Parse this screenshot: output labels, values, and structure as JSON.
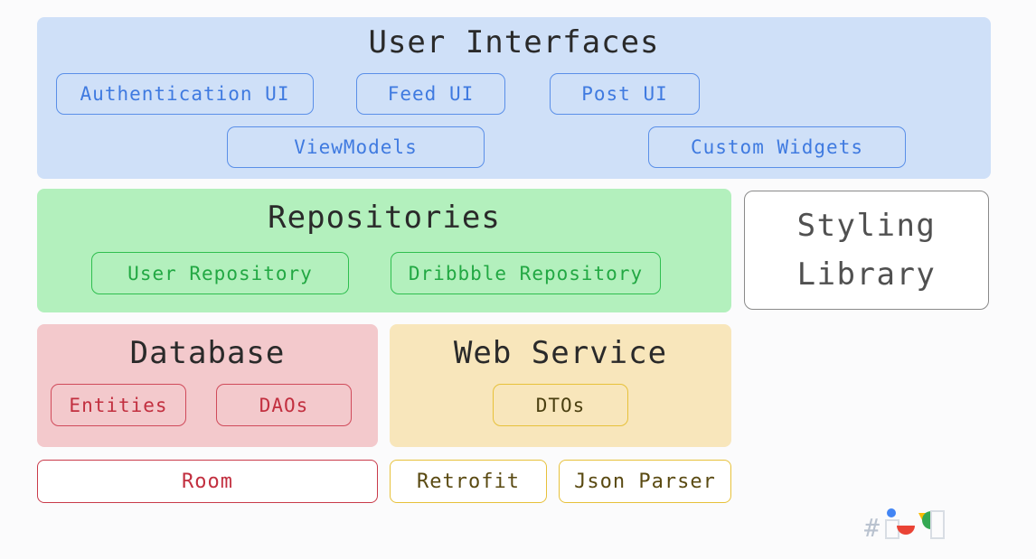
{
  "user_interfaces": {
    "title": "User Interfaces",
    "chips": [
      "Authentication UI",
      "Feed UI",
      "Post UI",
      "ViewModels",
      "Custom Widgets"
    ]
  },
  "repositories": {
    "title": "Repositories",
    "chips": [
      "User Repository",
      "Dribbble Repository"
    ]
  },
  "styling_library": {
    "line1": "Styling",
    "line2": "Library"
  },
  "database": {
    "title": "Database",
    "chips": [
      "Entities",
      "DAOs"
    ]
  },
  "web_service": {
    "title": "Web Service",
    "chips": [
      "DTOs"
    ]
  },
  "libraries": {
    "room": "Room",
    "retrofit": "Retrofit",
    "json_parser": "Json Parser"
  },
  "logo": {
    "text": "#",
    "name": "io-logo-icon"
  },
  "colors": {
    "ui_bg": "#cfe0f8",
    "repo_bg": "#b3f0bd",
    "db_bg": "#f3c9cc",
    "ws_bg": "#f8e6bb",
    "blue": "#3f7ae0",
    "green": "#22a843",
    "red": "#c22f3f",
    "yellow": "#e7c13a"
  }
}
